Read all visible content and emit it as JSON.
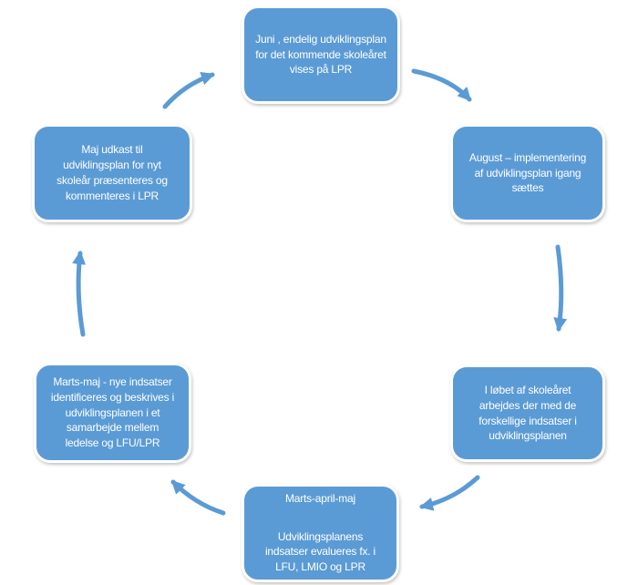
{
  "diagram": {
    "type": "cycle",
    "direction": "clockwise",
    "colors": {
      "node_fill": "#5b9bd5",
      "node_border": "#ffffff",
      "node_text": "#ffffff",
      "arrow": "#5b9bd5",
      "background": "#ffffff"
    },
    "nodes": [
      {
        "id": "juni",
        "text": "Juni , endelig udviklingsplan\nfor det kommende skoleåret\nvises på LPR"
      },
      {
        "id": "august",
        "text": "August – implementering\naf udviklingsplan igang\nsættes"
      },
      {
        "id": "skoleaaret",
        "text": "I løbet af skoleåret\narbejdes der med de\nforskellige indsatser  i\nudviklingsplanen"
      },
      {
        "id": "marts-april-maj",
        "title": "Marts-april-maj",
        "text": "Udviklingsplanens\nindsatser evalueres  fx. i\nLFU, LMIO og LPR"
      },
      {
        "id": "marts-maj",
        "text": "Marts-maj - nye indsatser\nidentificeres og beskrives i\nudviklingsplanen i et\nsamarbejde mellem\nledelse og LFU/LPR"
      },
      {
        "id": "maj",
        "text": "Maj udkast til\nudviklingsplan for nyt\nskoleår præsenteres og\nkommenteres i LPR"
      }
    ],
    "arrows": [
      {
        "from": "juni",
        "to": "august"
      },
      {
        "from": "august",
        "to": "skoleaaret"
      },
      {
        "from": "skoleaaret",
        "to": "marts-april-maj"
      },
      {
        "from": "marts-april-maj",
        "to": "marts-maj"
      },
      {
        "from": "marts-maj",
        "to": "maj"
      },
      {
        "from": "maj",
        "to": "juni"
      }
    ]
  }
}
